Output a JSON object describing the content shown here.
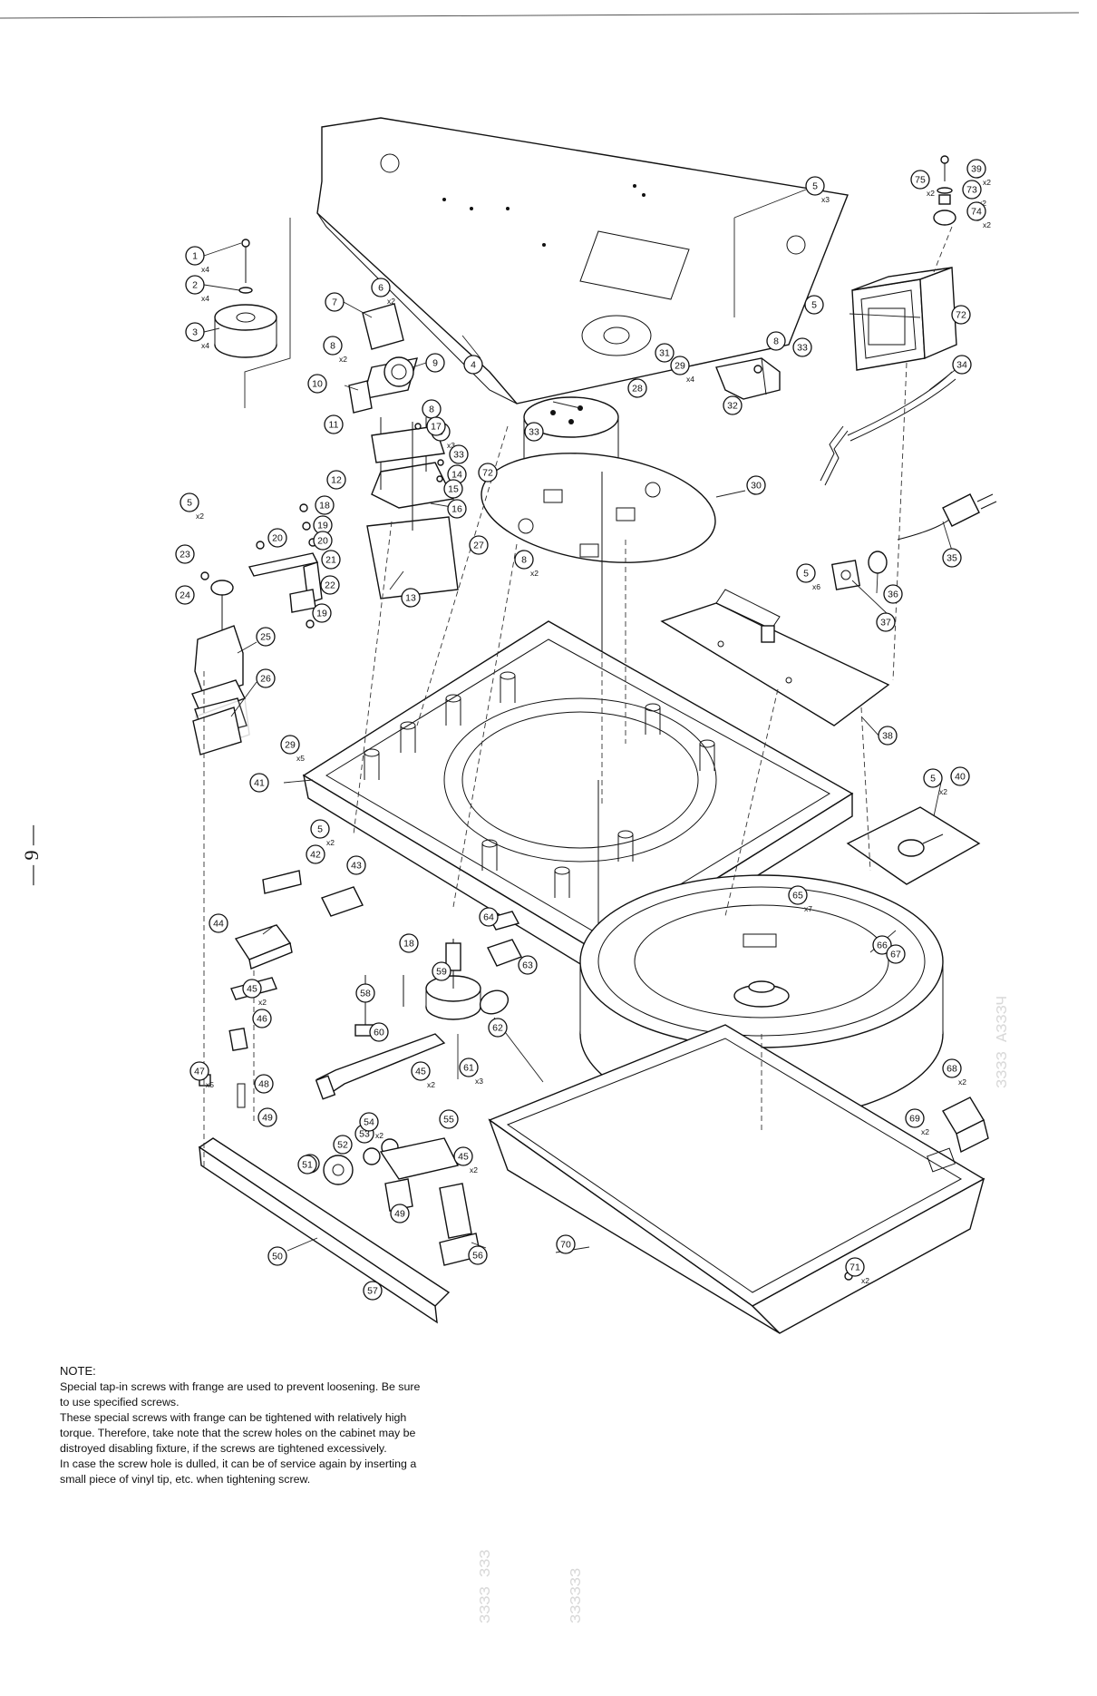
{
  "page_number": "— 9 —",
  "note": {
    "title": "NOTE:",
    "paragraphs": [
      "Special tap-in screws with frange are used to prevent loosening. Be sure to use specified screws.",
      "These special screws with frange can be tightened with relatively high torque. Therefore, take note that the screw holes on the cabinet may be distroyed disabling fixture, if the screws are tightened excessively.",
      "In case the screw hole is dulled, it can be of service again by inserting a small piece of vinyl tip, etc. when tightening screw."
    ]
  },
  "callouts": [
    {
      "id": "c1",
      "num": "1",
      "qty": "x4"
    },
    {
      "id": "c2",
      "num": "2",
      "qty": "x4"
    },
    {
      "id": "c3",
      "num": "3",
      "qty": "x4"
    },
    {
      "id": "c4",
      "num": "4",
      "qty": ""
    },
    {
      "id": "c5a",
      "num": "5",
      "qty": "x3"
    },
    {
      "id": "c5b",
      "num": "5",
      "qty": ""
    },
    {
      "id": "c5c",
      "num": "5",
      "qty": "x3"
    },
    {
      "id": "c5d",
      "num": "5",
      "qty": "x2"
    },
    {
      "id": "c5e",
      "num": "5",
      "qty": "x6"
    },
    {
      "id": "c5f",
      "num": "5",
      "qty": "x2"
    },
    {
      "id": "c5g",
      "num": "5",
      "qty": "x2"
    },
    {
      "id": "c5h",
      "num": "5",
      "qty": ""
    },
    {
      "id": "c6",
      "num": "6",
      "qty": "x2"
    },
    {
      "id": "c7",
      "num": "7",
      "qty": ""
    },
    {
      "id": "c8a",
      "num": "8",
      "qty": "x2"
    },
    {
      "id": "c8b",
      "num": "8",
      "qty": ""
    },
    {
      "id": "c8c",
      "num": "8",
      "qty": ""
    },
    {
      "id": "c8d",
      "num": "8",
      "qty": "x2"
    },
    {
      "id": "c9",
      "num": "9",
      "qty": ""
    },
    {
      "id": "c10",
      "num": "10",
      "qty": ""
    },
    {
      "id": "c11",
      "num": "11",
      "qty": ""
    },
    {
      "id": "c12",
      "num": "12",
      "qty": ""
    },
    {
      "id": "c13",
      "num": "13",
      "qty": ""
    },
    {
      "id": "c14",
      "num": "14",
      "qty": ""
    },
    {
      "id": "c15",
      "num": "15",
      "qty": ""
    },
    {
      "id": "c16",
      "num": "16",
      "qty": ""
    },
    {
      "id": "c17",
      "num": "17",
      "qty": ""
    },
    {
      "id": "c18a",
      "num": "18",
      "qty": ""
    },
    {
      "id": "c18b",
      "num": "18",
      "qty": ""
    },
    {
      "id": "c19a",
      "num": "19",
      "qty": ""
    },
    {
      "id": "c19b",
      "num": "19",
      "qty": ""
    },
    {
      "id": "c20a",
      "num": "20",
      "qty": ""
    },
    {
      "id": "c20b",
      "num": "20",
      "qty": ""
    },
    {
      "id": "c21",
      "num": "21",
      "qty": ""
    },
    {
      "id": "c22",
      "num": "22",
      "qty": ""
    },
    {
      "id": "c23",
      "num": "23",
      "qty": ""
    },
    {
      "id": "c24",
      "num": "24",
      "qty": ""
    },
    {
      "id": "c25",
      "num": "25",
      "qty": ""
    },
    {
      "id": "c26",
      "num": "26",
      "qty": ""
    },
    {
      "id": "c27",
      "num": "27",
      "qty": ""
    },
    {
      "id": "c28",
      "num": "28",
      "qty": ""
    },
    {
      "id": "c29a",
      "num": "29",
      "qty": "x4"
    },
    {
      "id": "c29b",
      "num": "29",
      "qty": "x5"
    },
    {
      "id": "c30",
      "num": "30",
      "qty": ""
    },
    {
      "id": "c31",
      "num": "31",
      "qty": ""
    },
    {
      "id": "c32",
      "num": "32",
      "qty": ""
    },
    {
      "id": "c33a",
      "num": "33",
      "qty": ""
    },
    {
      "id": "c33b",
      "num": "33",
      "qty": ""
    },
    {
      "id": "c33c",
      "num": "33",
      "qty": ""
    },
    {
      "id": "c34",
      "num": "34",
      "qty": ""
    },
    {
      "id": "c35",
      "num": "35",
      "qty": ""
    },
    {
      "id": "c36",
      "num": "36",
      "qty": ""
    },
    {
      "id": "c37",
      "num": "37",
      "qty": ""
    },
    {
      "id": "c38",
      "num": "38",
      "qty": ""
    },
    {
      "id": "c39",
      "num": "39",
      "qty": "x2"
    },
    {
      "id": "c40",
      "num": "40",
      "qty": ""
    },
    {
      "id": "c41",
      "num": "41",
      "qty": ""
    },
    {
      "id": "c42",
      "num": "42",
      "qty": ""
    },
    {
      "id": "c43",
      "num": "43",
      "qty": ""
    },
    {
      "id": "c44",
      "num": "44",
      "qty": ""
    },
    {
      "id": "c45a",
      "num": "45",
      "qty": "x2"
    },
    {
      "id": "c45b",
      "num": "45",
      "qty": "x2"
    },
    {
      "id": "c45c",
      "num": "45",
      "qty": "x2"
    },
    {
      "id": "c46",
      "num": "46",
      "qty": ""
    },
    {
      "id": "c47",
      "num": "47",
      "qty": "x5"
    },
    {
      "id": "c48",
      "num": "48",
      "qty": ""
    },
    {
      "id": "c49a",
      "num": "49",
      "qty": ""
    },
    {
      "id": "c49b",
      "num": "49",
      "qty": ""
    },
    {
      "id": "c50",
      "num": "50",
      "qty": ""
    },
    {
      "id": "c51",
      "num": "51",
      "qty": ""
    },
    {
      "id": "c52",
      "num": "52",
      "qty": ""
    },
    {
      "id": "c53",
      "num": "53",
      "qty": ""
    },
    {
      "id": "c54",
      "num": "54",
      "qty": "x2"
    },
    {
      "id": "c55",
      "num": "55",
      "qty": ""
    },
    {
      "id": "c56",
      "num": "56",
      "qty": ""
    },
    {
      "id": "c57",
      "num": "57",
      "qty": ""
    },
    {
      "id": "c58",
      "num": "58",
      "qty": ""
    },
    {
      "id": "c59",
      "num": "59",
      "qty": ""
    },
    {
      "id": "c60",
      "num": "60",
      "qty": ""
    },
    {
      "id": "c61",
      "num": "61",
      "qty": "x3"
    },
    {
      "id": "c62",
      "num": "62",
      "qty": ""
    },
    {
      "id": "c63",
      "num": "63",
      "qty": ""
    },
    {
      "id": "c64",
      "num": "64",
      "qty": ""
    },
    {
      "id": "c65",
      "num": "65",
      "qty": "x7"
    },
    {
      "id": "c66",
      "num": "66",
      "qty": ""
    },
    {
      "id": "c67",
      "num": "67",
      "qty": ""
    },
    {
      "id": "c68",
      "num": "68",
      "qty": "x2"
    },
    {
      "id": "c69",
      "num": "69",
      "qty": "x2"
    },
    {
      "id": "c70",
      "num": "70",
      "qty": ""
    },
    {
      "id": "c71",
      "num": "71",
      "qty": "x2"
    },
    {
      "id": "c72a",
      "num": "72",
      "qty": ""
    },
    {
      "id": "c72b",
      "num": "72",
      "qty": ""
    },
    {
      "id": "c73",
      "num": "73",
      "qty": "x2"
    },
    {
      "id": "c74",
      "num": "74",
      "qty": "x2"
    },
    {
      "id": "c75",
      "num": "75",
      "qty": "x2"
    }
  ]
}
